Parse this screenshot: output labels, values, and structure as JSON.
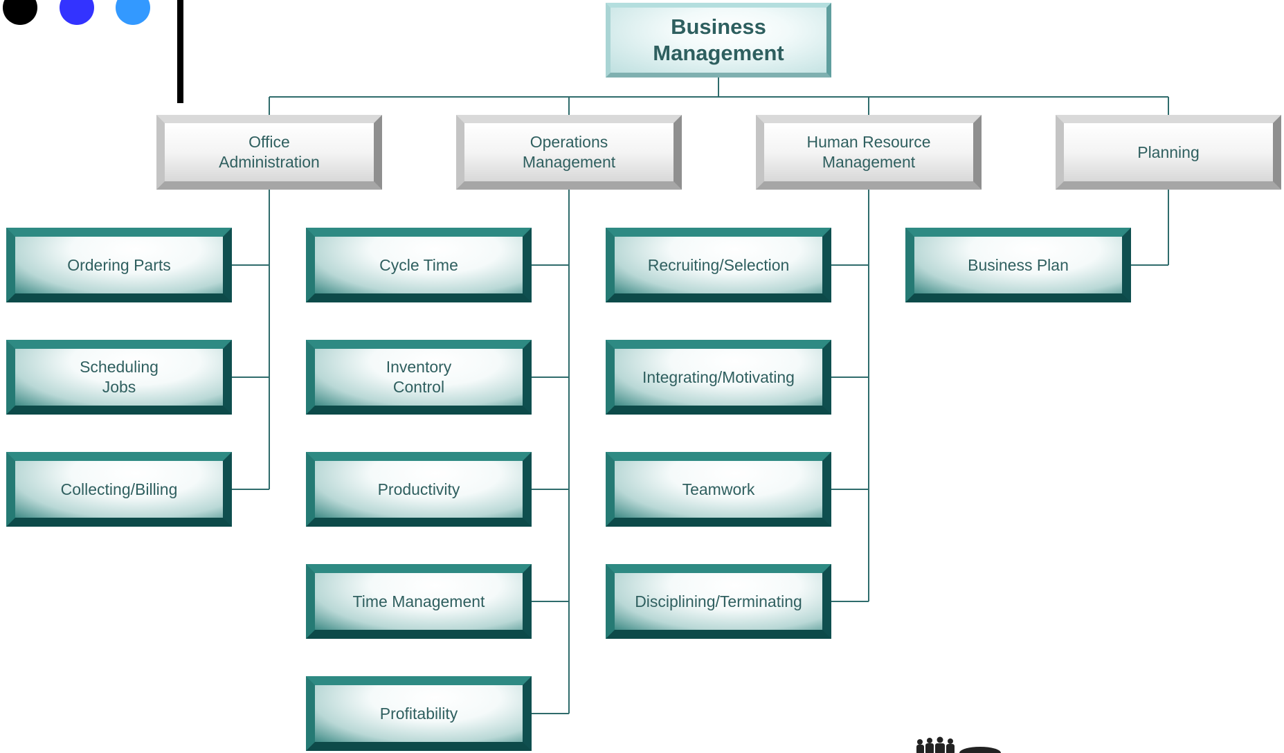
{
  "root": {
    "label": "Business\nManagement"
  },
  "branches": [
    {
      "label": "Office\nAdministration",
      "children": [
        "Ordering Parts",
        "Scheduling\nJobs",
        "Collecting/Billing"
      ]
    },
    {
      "label": "Operations\nManagement",
      "children": [
        "Cycle Time",
        "Inventory\nControl",
        "Productivity",
        "Time Management",
        "Profitability"
      ]
    },
    {
      "label": "Human Resource\nManagement",
      "children": [
        "Recruiting/Selection",
        "Integrating/Motivating",
        "Teamwork",
        "Disciplining/Terminating"
      ]
    },
    {
      "label": "Planning",
      "children": [
        "Business Plan"
      ]
    }
  ],
  "colors": {
    "connector": "#2e6b6b",
    "text": "#2f5f5f",
    "root_text": "#2e5f5f",
    "teal_dark": "#0f4f4f",
    "silver_dark": "#8f8f8f"
  },
  "icons": [
    "black-dot-icon",
    "blue-dot-icon",
    "light-blue-dot-icon",
    "people-silhouette-icon"
  ]
}
